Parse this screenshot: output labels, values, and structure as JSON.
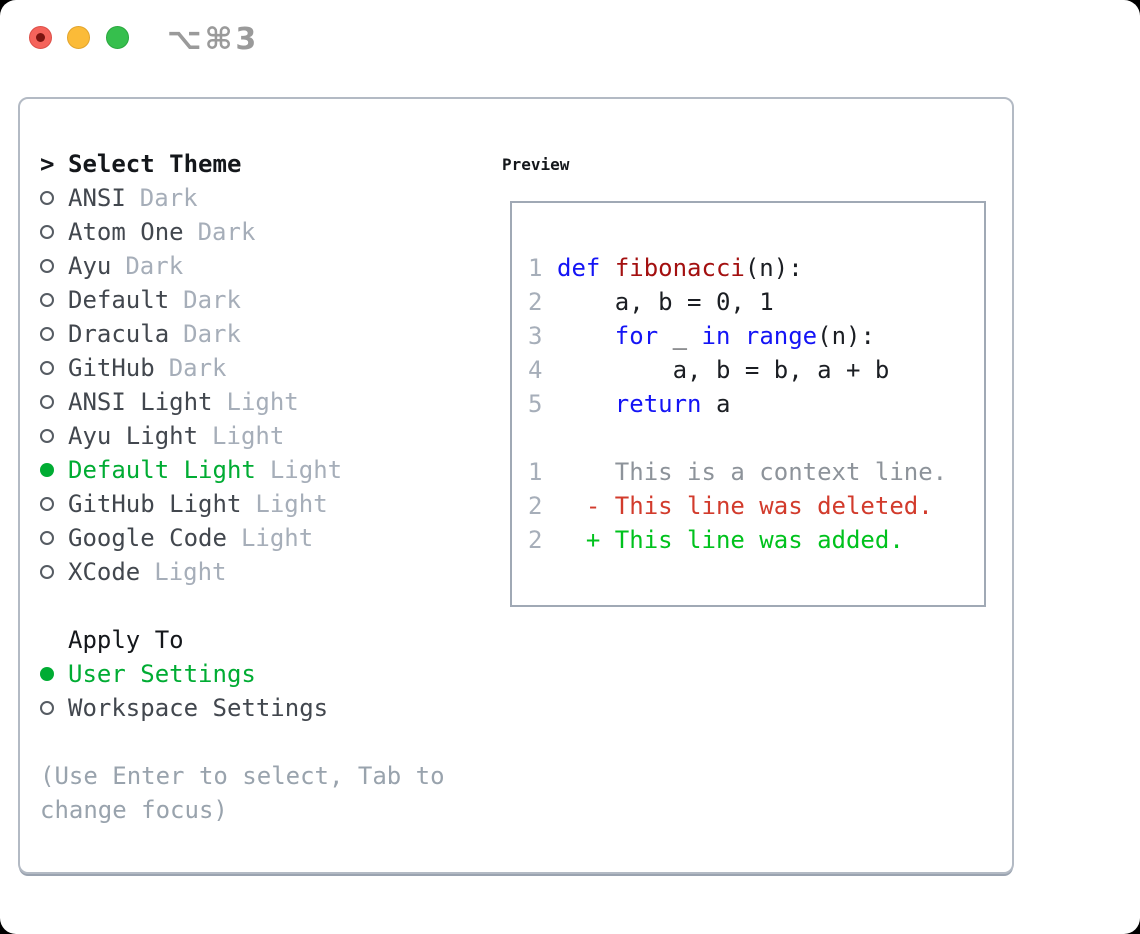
{
  "window": {
    "shortcut_label": "⌥⌘3",
    "traffic_lights": [
      {
        "name": "close",
        "modified_dot": true
      },
      {
        "name": "minimize",
        "modified_dot": false
      },
      {
        "name": "zoom",
        "modified_dot": false
      }
    ]
  },
  "theme_picker": {
    "header_prefix": ">",
    "header": "Select Theme",
    "items": [
      {
        "name": "ANSI",
        "variant": "Dark",
        "selected": false
      },
      {
        "name": "Atom One",
        "variant": "Dark",
        "selected": false
      },
      {
        "name": "Ayu",
        "variant": "Dark",
        "selected": false
      },
      {
        "name": "Default",
        "variant": "Dark",
        "selected": false
      },
      {
        "name": "Dracula",
        "variant": "Dark",
        "selected": false
      },
      {
        "name": "GitHub",
        "variant": "Dark",
        "selected": false
      },
      {
        "name": "ANSI Light",
        "variant": "Light",
        "selected": false
      },
      {
        "name": "Ayu Light",
        "variant": "Light",
        "selected": false
      },
      {
        "name": "Default Light",
        "variant": "Light",
        "selected": true
      },
      {
        "name": "GitHub Light",
        "variant": "Light",
        "selected": false
      },
      {
        "name": "Google Code",
        "variant": "Light",
        "selected": false
      },
      {
        "name": "XCode",
        "variant": "Light",
        "selected": false
      }
    ],
    "apply_to": {
      "header": "Apply To",
      "options": [
        {
          "label": "User Settings",
          "selected": true
        },
        {
          "label": "Workspace Settings",
          "selected": false
        }
      ]
    },
    "hint": "(Use Enter to select, Tab to change focus)"
  },
  "preview": {
    "header": "Preview",
    "code_lines": [
      {
        "num": "1",
        "tokens": [
          [
            "kw",
            "def"
          ],
          [
            "pl",
            " "
          ],
          [
            "fn",
            "fibonacci"
          ],
          [
            "pl",
            "(n):"
          ]
        ]
      },
      {
        "num": "2",
        "tokens": [
          [
            "pl",
            "    a, b = 0, 1"
          ]
        ]
      },
      {
        "num": "3",
        "tokens": [
          [
            "pl",
            "    "
          ],
          [
            "kw",
            "for"
          ],
          [
            "pl",
            " _ "
          ],
          [
            "kw",
            "in"
          ],
          [
            "pl",
            " "
          ],
          [
            "kw",
            "range"
          ],
          [
            "pl",
            "(n):"
          ]
        ]
      },
      {
        "num": "4",
        "tokens": [
          [
            "pl",
            "        a, b = b, a + b"
          ]
        ]
      },
      {
        "num": "5",
        "tokens": [
          [
            "pl",
            "    "
          ],
          [
            "kw",
            "return"
          ],
          [
            "pl",
            " a"
          ]
        ]
      }
    ],
    "diff_lines": [
      {
        "num": "1",
        "type": "ctx",
        "text": "    This is a context line."
      },
      {
        "num": "2",
        "type": "del",
        "text": "  - This line was deleted."
      },
      {
        "num": "2",
        "type": "add",
        "text": "  + This line was added."
      }
    ]
  },
  "colors": {
    "ui_green": "#00ac33",
    "keyword": "#1414f5",
    "function_name": "#a31010",
    "code_plain": "#1b1e23",
    "line_number": "#a6aeb9",
    "context": "#8d939a",
    "deleted": "#d23b2c",
    "added": "#00c21d",
    "muted": "#a6aeb9",
    "hint": "#99a3ad",
    "heading": "#14171b",
    "item": "#42474e",
    "panel_border": "#b3bac4",
    "preview_border": "#a0a9b5",
    "title": "#9a9a9a",
    "light_red": "#f5635b",
    "light_yellow": "#fbbb38",
    "light_green": "#36bf4d"
  }
}
